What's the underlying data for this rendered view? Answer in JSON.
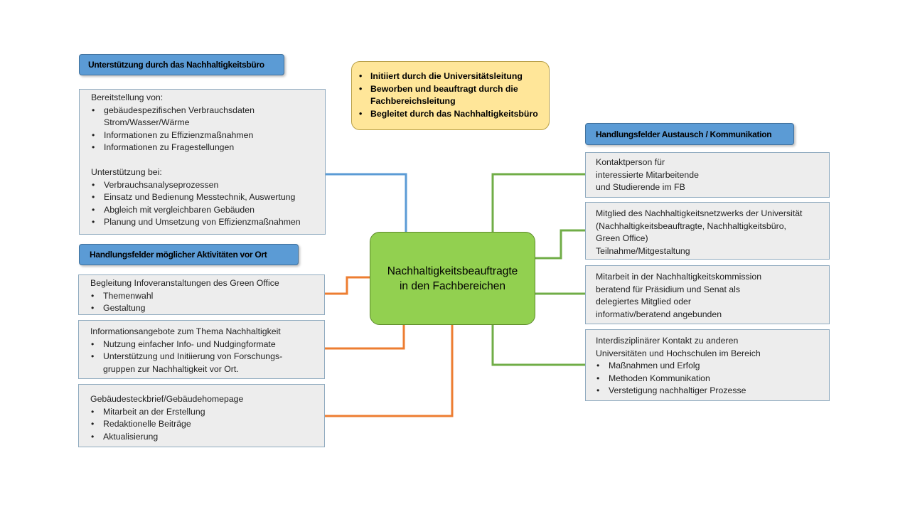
{
  "center": {
    "title": "Nachhaltigkeitsbeauftragte\nin den Fachbereichen"
  },
  "note": {
    "items": [
      "Initiiert durch die Universitätsleitung",
      "Beworben und beauftragt durch die Fachbereichsleitung",
      "Begleitet durch das Nachhaltigkeitsbüro"
    ]
  },
  "left": {
    "support_header": "Unterstützung durch das Nachhaltigkeitsbüro",
    "support_box": {
      "intro1": "Bereitstellung von:",
      "items1": [
        "gebäudespezifischen Verbrauchsdaten Strom/Wasser/Wärme",
        "Informationen zu Effizienzmaßnahmen",
        "Informationen zu Fragestellungen"
      ],
      "intro2": "Unterstützung bei:",
      "items2": [
        "Verbrauchsanalyseprozessen",
        "Einsatz und Bedienung Messtechnik, Auswertung",
        "Abgleich mit vergleichbaren Gebäuden",
        "Planung und Umsetzung von Effizienzmaßnahmen"
      ]
    },
    "activities_header": "Handlungsfelder möglicher Aktivitäten vor Ort",
    "box_info_events": {
      "title": "Begleitung Infoveranstaltungen des Green Office",
      "items": [
        "Themenwahl",
        "Gestaltung"
      ]
    },
    "box_info_offers": {
      "title": "Informationsangebote zum Thema Nachhaltigkeit",
      "items": [
        "Nutzung einfacher Info- und Nudgingformate",
        "Unterstützung und Initiierung von Forschungs-gruppen zur Nachhaltigkeit vor Ort."
      ]
    },
    "box_building": {
      "title": "Gebäudesteckbrief/Gebäudehomepage",
      "items": [
        "Mitarbeit an der Erstellung",
        "Redaktionelle Beiträge",
        "Aktualisierung"
      ]
    }
  },
  "right": {
    "exchange_header": "Handlungsfelder Austausch / Kommunikation",
    "box_contact": {
      "lines": [
        "Kontaktperson für",
        "interessierte Mitarbeitende",
        "und Studierende im FB"
      ]
    },
    "box_network": {
      "lines": [
        "Mitglied des Nachhaltigkeitsnetzwerks der Universität",
        "(Nachhaltigkeitsbeauftragte, Nachhaltigkeitsbüro,",
        "Green Office)",
        "Teilnahme/Mitgestaltung"
      ]
    },
    "box_commission": {
      "lines": [
        "Mitarbeit in der Nachhaltigkeitskommission",
        "beratend für  Präsidium und Senat als",
        "delegiertes Mitglied oder",
        "informativ/beratend angebunden"
      ]
    },
    "box_interdisciplinary": {
      "lines": [
        "Interdisziplinärer Kontakt zu anderen",
        "Universitäten und Hochschulen im Bereich"
      ],
      "items": [
        "Maßnahmen und Erfolg",
        "Methoden Kommunikation",
        "Verstetigung nachhaltiger Prozesse"
      ]
    }
  },
  "colors": {
    "blue_line": "#5b9bd5",
    "green_line": "#70ad47",
    "orange_line": "#ed7d31"
  }
}
